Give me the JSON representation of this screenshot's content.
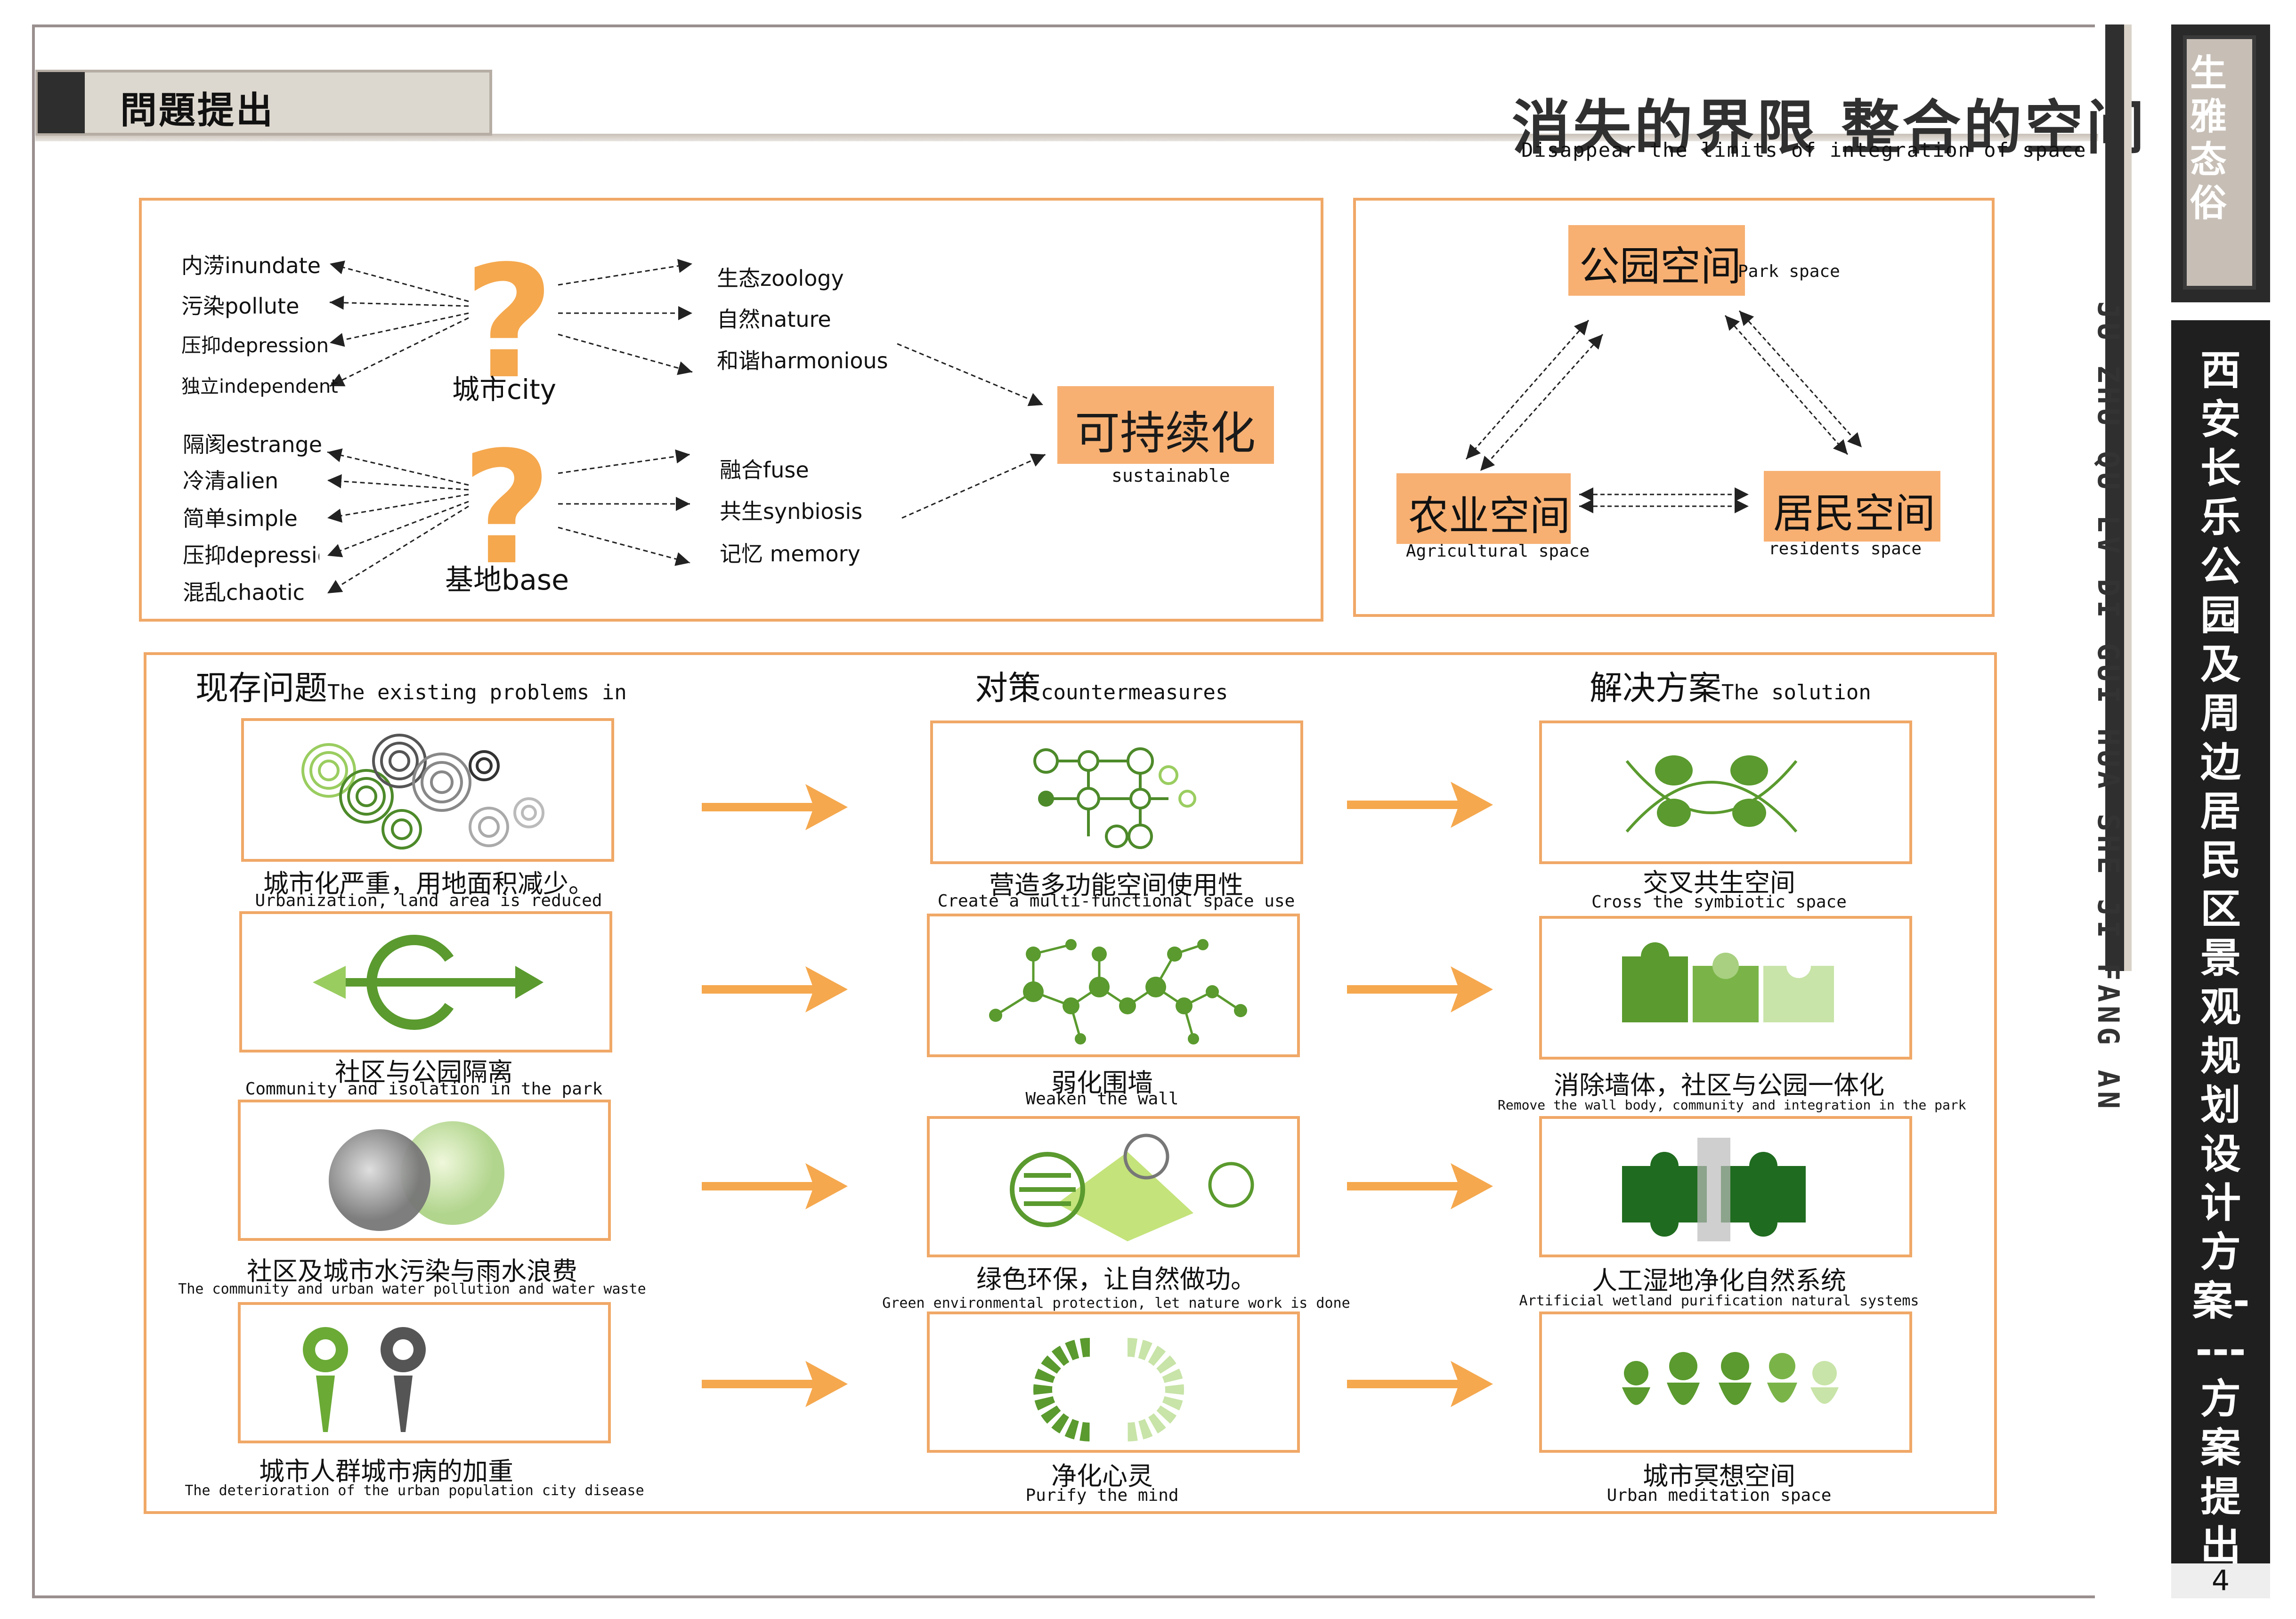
{
  "header": {
    "section_title": "問題提出",
    "main_title": "消失的界限 整合的空间",
    "main_subtitle": "Disappear the limits of integration of space"
  },
  "city_diagram": {
    "city_left": [
      "内涝inundate",
      "污染pollute",
      "压抑depression",
      "独立independent"
    ],
    "city_label": "城市city",
    "city_right": [
      "生态zoology",
      "自然nature",
      "和谐harmonious"
    ],
    "base_left": [
      "隔阂estrange",
      "冷清alien",
      "简单simple",
      "压抑depression",
      "混乱chaotic"
    ],
    "base_label": "基地base",
    "base_right": [
      "融合fuse",
      "共生synbiosis",
      "记忆 memory"
    ],
    "result_zh": "可持续化",
    "result_en": "sustainable"
  },
  "space_diagram": {
    "park_zh": "公园空间",
    "park_en": "Park space",
    "agri_zh": "农业空间",
    "agri_en": "Agricultural space",
    "resi_zh": "居民空间",
    "resi_en": "residents space"
  },
  "analysis": {
    "col1_head_zh": "现存问题",
    "col1_head_en": "The existing problems in",
    "col2_head_zh": "对策",
    "col2_head_en": "countermeasures",
    "col3_head_zh": "解决方案",
    "col3_head_en": "The solution",
    "rows": [
      {
        "p_zh": "城市化严重，用地面积减少。",
        "p_en": "Urbanization, land area is reduced",
        "c_zh": "营造多功能空间使用性",
        "c_en": "Create a multi-functional space use",
        "s_zh": "交叉共生空间",
        "s_en": "Cross the symbiotic space"
      },
      {
        "p_zh": "社区与公园隔离",
        "p_en": "Community and isolation in the park",
        "c_zh": "弱化围墙",
        "c_en": "Weaken the wall",
        "s_zh": "消除墙体，社区与公园一体化",
        "s_en": "Remove the wall body, community and integration in the park"
      },
      {
        "p_zh": "社区及城市水污染与雨水浪费",
        "p_en": "The community and urban water pollution and water waste",
        "c_zh": "绿色环保，让自然做功。",
        "c_en": "Green environmental protection, let nature work is done",
        "s_zh": "人工湿地净化自然系统",
        "s_en": "Artificial wetland purification natural systems"
      },
      {
        "p_zh": "城市人群城市病的加重",
        "p_en": "The deterioration of the urban population city disease",
        "c_zh": "净化心灵",
        "c_en": "Purify the mind",
        "s_zh": "城市冥想空间",
        "s_en": "Urban meditation space"
      }
    ]
  },
  "sidebar": {
    "logo": "生雅态俗",
    "vertical_title": "西安长乐公园及周边居民区景观规划设计方案----方案提出",
    "pinyin": "JU ZHU QU LV DI GUI HUA SHE JI FANG AN",
    "page_number": "4"
  },
  "colors": {
    "accent_orange": "#f7b072",
    "green": "#5a9a2e",
    "border": "#f0a867"
  }
}
